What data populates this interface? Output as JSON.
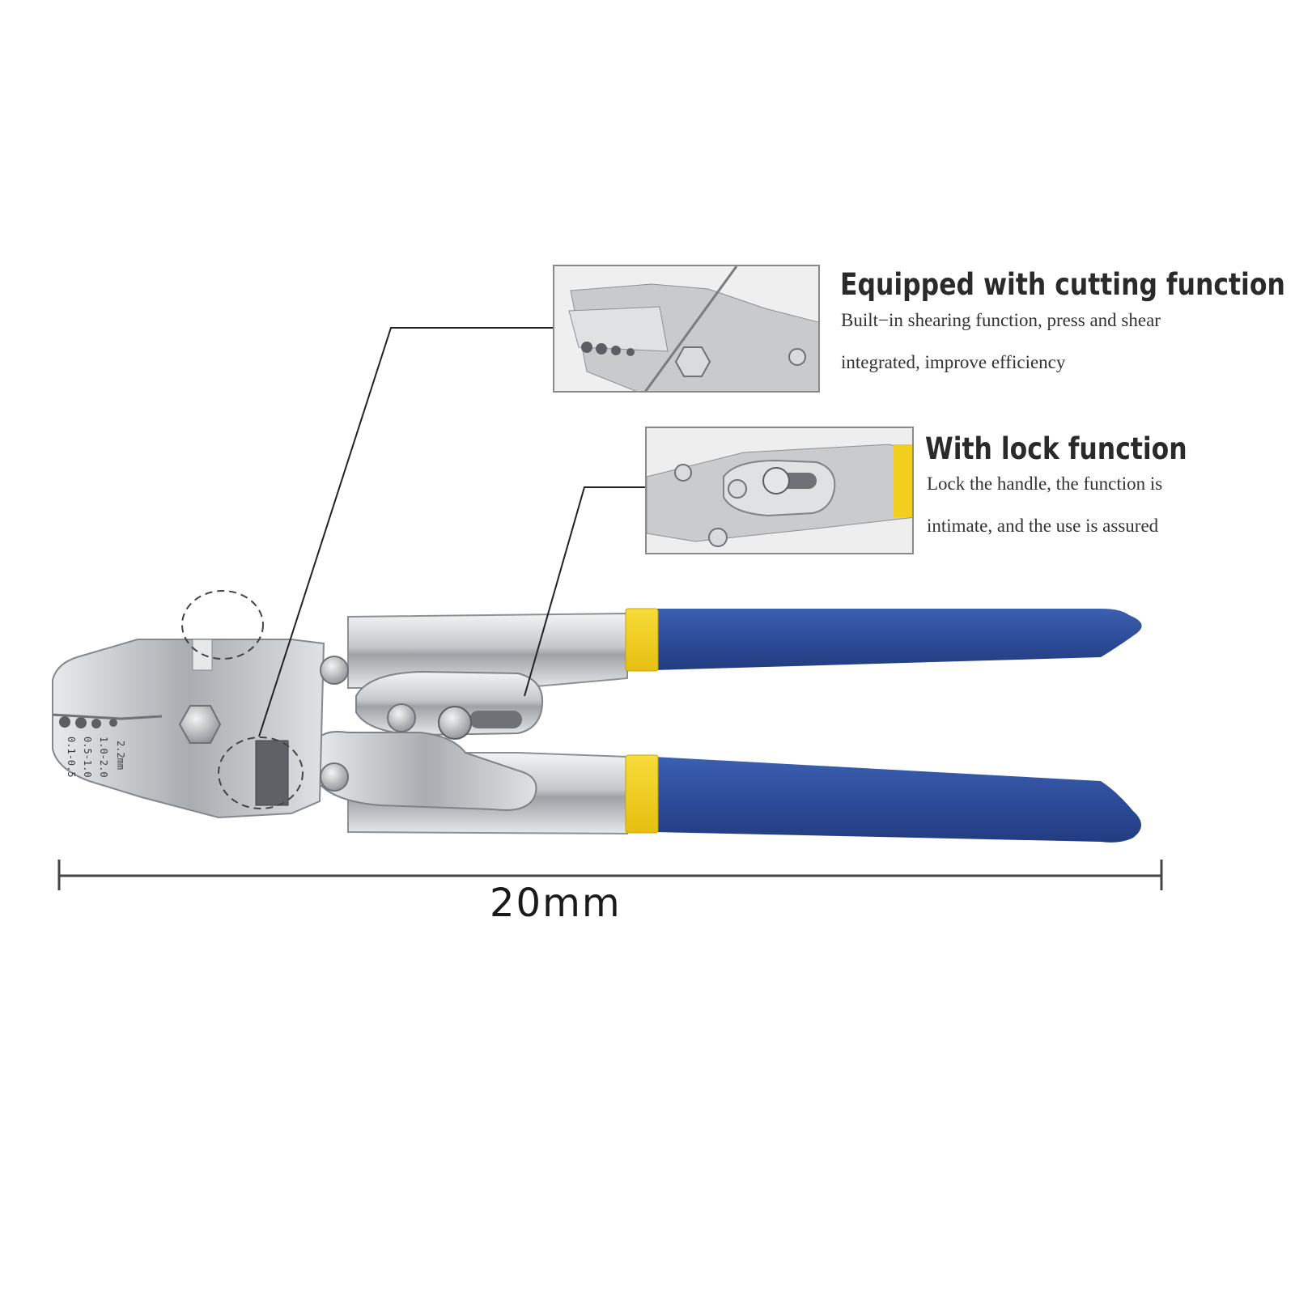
{
  "features": [
    {
      "title": "Equipped with cutting function",
      "desc_line1": "Built−in shearing function, press and shear",
      "desc_line2": "integrated, improve efficiency"
    },
    {
      "title": "With lock function",
      "desc_line1": "Lock the handle, the function is",
      "desc_line2": "intimate, and the use is assured"
    }
  ],
  "jaw_sizes": [
    "0.1-0.5",
    "0.5-1.0",
    "1.0-2.0",
    "2.2mm"
  ],
  "dimension": {
    "label": "20mm"
  },
  "colors": {
    "handle_blue": "#2f4f9c",
    "collar_yellow": "#f2cf1e",
    "steel": "#c9cbcd",
    "callout_line": "#222222"
  }
}
